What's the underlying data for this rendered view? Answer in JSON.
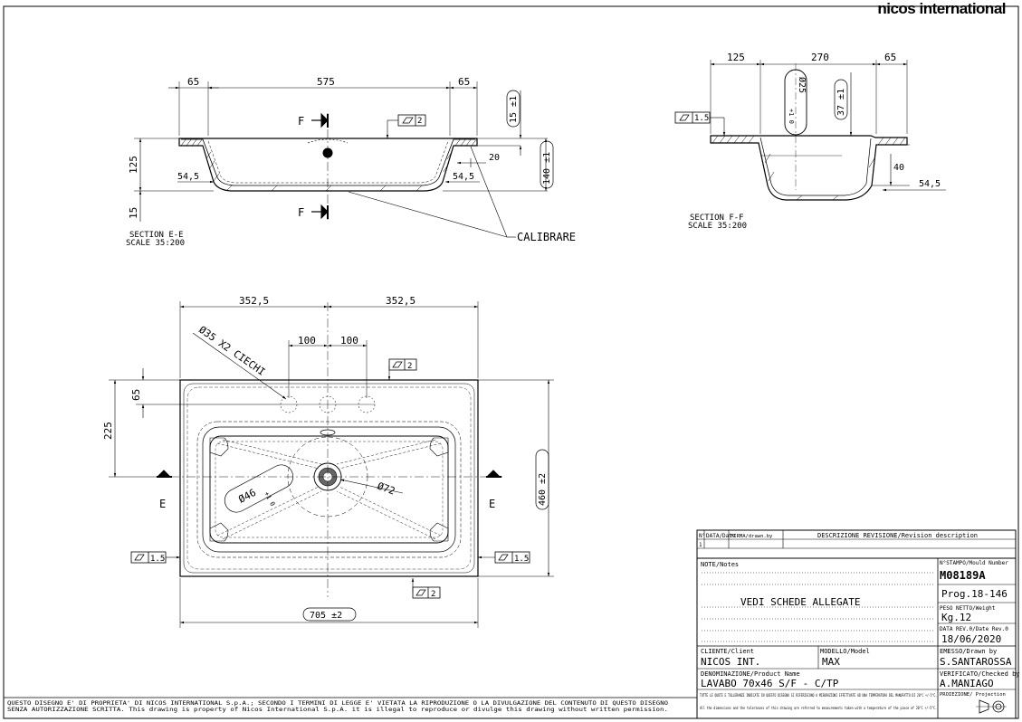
{
  "brand": "nicos international",
  "section_ee": {
    "title": "SECTION E-E",
    "scale": "SCALE 35:200",
    "dims": {
      "left": "65",
      "center": "575",
      "right": "65",
      "h125": "125",
      "h15": "15",
      "w54_left": "54,5",
      "w54_right": "54,5",
      "d20": "20",
      "h140": "140 ±1",
      "h15tol": "15 ±1",
      "flat": "2"
    },
    "cut_label": "F",
    "calibrare": "CALIBRARE"
  },
  "section_ff": {
    "title": "SECTION F-F",
    "scale": "SCALE 35:200",
    "dims": {
      "d125": "125",
      "d270": "270",
      "d65": "65",
      "dia25": "Ø25",
      "tol25": "+1 0",
      "d37": "37 ±1",
      "d40": "40",
      "d54": "54,5",
      "flat": "1.5"
    }
  },
  "plan": {
    "dims": {
      "left": "352,5",
      "right": "352,5",
      "h100a": "100",
      "h100b": "100",
      "d65": "65",
      "d225": "225",
      "d460": "460 ±2",
      "d705": "705 ±2",
      "dia46": "Ø46",
      "tol46": "+1 0",
      "dia72": "Ø72",
      "flat_top": "2",
      "flat_left": "1.5",
      "flat_right": "1.5",
      "flat_bottom": "2"
    },
    "holes_note": "Ø35 X2 CIECHI",
    "section_mark": "E"
  },
  "title_block": {
    "rev_header": {
      "n": "N°",
      "date": "DATA/Date",
      "by": "FIRMA/drawn.by",
      "desc": "DESCRIZIONE REVISIONE/Revision description"
    },
    "rev_row": {
      "n": "1"
    },
    "notes_label": "NOTE/Notes",
    "notes_text": "VEDI SCHEDE ALLEGATE",
    "stampo_label": "N°STAMPO/Mould Number",
    "stampo_value": "M08189A",
    "prog_value": "Prog.18-146",
    "peso_label": "PESO NETTO/Weight",
    "peso_value": "Kg.12",
    "data_label": "DATA REV.0/Date Rev.0",
    "data_value": "18/06/2020",
    "cliente_label": "CLIENTE/Client",
    "cliente_value": "NICOS INT.",
    "modello_label": "MODELLO/Model",
    "modello_value": "MAX",
    "emesso_label": "EMESSO/Drawn by",
    "emesso_value": "S.SANTAROSSA",
    "denom_label": "DENOMINAZIONE/Product Name",
    "denom_value": "LAVABO 70x46 S/F - C/TP",
    "verif_label": "VERIFICATO/Checked by",
    "verif_value": "A.MANIAGO",
    "tol_it": "TUTTE LE QUOTE E TOLLERANZE INDICATE IN QUESTO DISEGNO SI RIFERISCONO A MISURAZIONI EFFETTUATE AD UNA TEMPERATURA DEL MANUFATTO DI 20°C +/-5°C.",
    "tol_en": "All the dimensions and the tolerances of this drawing are referred to measurements taken with a temperature of the piece of 20°C +/-5°C.",
    "proj_label": "PROIEZIONE/ Projection"
  },
  "footer": {
    "line1": "QUESTO DISEGNO E' DI PROPRIETA' DI NICOS INTERNATIONAL S.p.A.; SECONDO I TERMINI DI LEGGE E' VIETATA LA RIPRODUZIONE O LA DIVULGAZIONE DEL CONTENUTO DI QUESTO DISEGNO",
    "line2": "SENZA AUTORIZZAZIONE SCRITTA. This drawing is property of Nicos International S.p.A. it is illegal to reproduce or divulge this drawing without written permission."
  }
}
